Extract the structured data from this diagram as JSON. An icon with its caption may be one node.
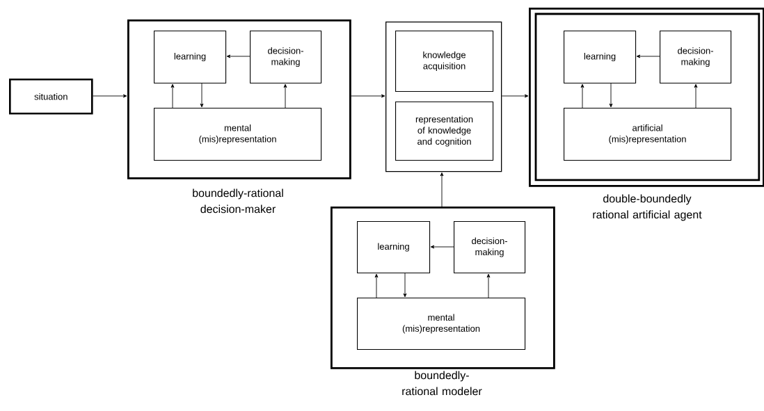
{
  "diagram": {
    "nodes": [
      {
        "text": [
          "situation"
        ]
      },
      {
        "text": [],
        "shape": "box",
        "beside": [
          "boundedly-rational decision-maker"
        ]
      },
      {
        "text": [
          "learning"
        ],
        "in": 1
      },
      {
        "text": [
          "decision-making"
        ],
        "in": 1
      },
      {
        "text": [
          "mental (mis)representation"
        ],
        "in": 1
      },
      {
        "text": [],
        "shape": "box"
      },
      {
        "text": [
          "knowledge acquisition"
        ],
        "in": 5
      },
      {
        "text": [
          "representation of knowledge and cognition"
        ],
        "in": 5
      },
      {
        "text": [],
        "shape": "box",
        "beside": [
          "double-boundedly rational artificial agent"
        ]
      },
      {
        "text": [
          "learning"
        ],
        "in": 8
      },
      {
        "text": [
          "decision-making"
        ],
        "in": 8
      },
      {
        "text": [
          "artificial (mis)representation"
        ],
        "in": 8
      },
      {
        "text": [],
        "shape": "box",
        "beside": [
          "boundedly-rational modeler"
        ]
      },
      {
        "text": [
          "learning"
        ],
        "in": 12
      },
      {
        "text": [
          "decision-making"
        ],
        "in": 12
      },
      {
        "text": [
          "mental (mis)representation"
        ],
        "in": 12
      }
    ],
    "edges": [
      {
        "from": 0,
        "to": 1,
        "arrow": "to"
      },
      {
        "from": 1,
        "to": 5,
        "arrow": "to"
      },
      {
        "from": 5,
        "to": 8,
        "arrow": "to"
      },
      {
        "from": 12,
        "to": 5,
        "arrow": "to"
      },
      {
        "from": 3,
        "to": 2,
        "arrow": "to"
      },
      {
        "from": 4,
        "to": 2,
        "arrow": "to"
      },
      {
        "from": 2,
        "to": 4,
        "arrow": "to"
      },
      {
        "from": 4,
        "to": 3,
        "arrow": "to"
      },
      {
        "from": 10,
        "to": 9,
        "arrow": "to"
      },
      {
        "from": 11,
        "to": 9,
        "arrow": "to"
      },
      {
        "from": 9,
        "to": 11,
        "arrow": "to"
      },
      {
        "from": 11,
        "to": 10,
        "arrow": "to"
      },
      {
        "from": 14,
        "to": 13,
        "arrow": "to"
      },
      {
        "from": 15,
        "to": 13,
        "arrow": "to"
      },
      {
        "from": 13,
        "to": 15,
        "arrow": "to"
      },
      {
        "from": 15,
        "to": 14,
        "arrow": "to"
      }
    ]
  }
}
